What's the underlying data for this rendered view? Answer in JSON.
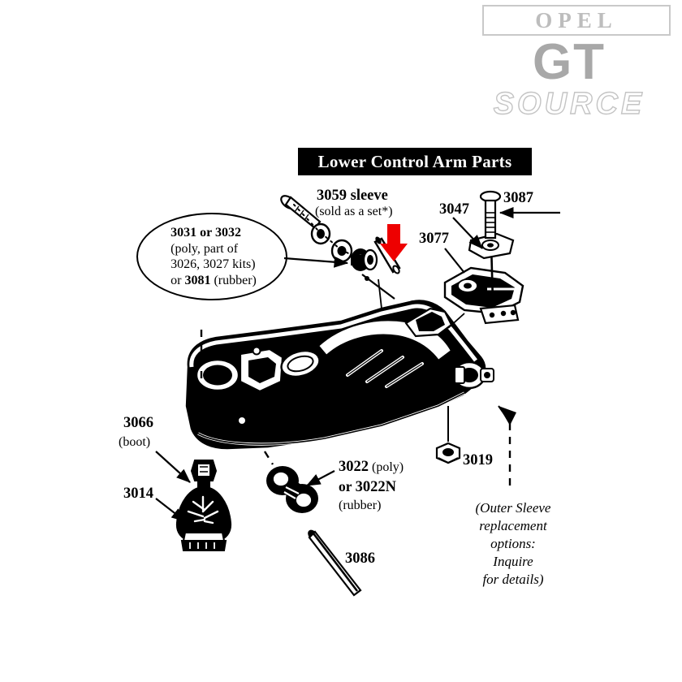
{
  "watermark": {
    "opel": "OPEL",
    "gt": "GT",
    "source": "SOURCE"
  },
  "title_banner": {
    "text": "Lower Control Arm Parts"
  },
  "callout_oval": {
    "line1": "3031 or 3032",
    "line2": "(poly, part of",
    "line3": "3026, 3027 kits)",
    "line4_prefix": "or ",
    "line4_bold": "3081",
    "line4_suffix": " (rubber)"
  },
  "labels": {
    "sleeve_number": "3059 sleeve",
    "sleeve_note": "(sold as a set*)",
    "p3047": "3047",
    "p3087": "3087",
    "p3077": "3077",
    "p3066": "3066",
    "p3066_note": "(boot)",
    "p3014": "3014",
    "p3022": "3022",
    "p3022_note": "(poly)",
    "p3022n_prefix": "or ",
    "p3022n": "3022N",
    "p3022n_note": "(rubber)",
    "p3019": "3019",
    "p3086": "3086"
  },
  "outer_sleeve_note": {
    "line1": "(Outer Sleeve",
    "line2": "replacement",
    "line3": "options:",
    "line4": "Inquire",
    "line5": "for details)"
  },
  "colors": {
    "highlight_arrow": "#ee0000",
    "ink": "#000000",
    "background": "#ffffff",
    "watermark_gray": "#a8a8a8"
  }
}
